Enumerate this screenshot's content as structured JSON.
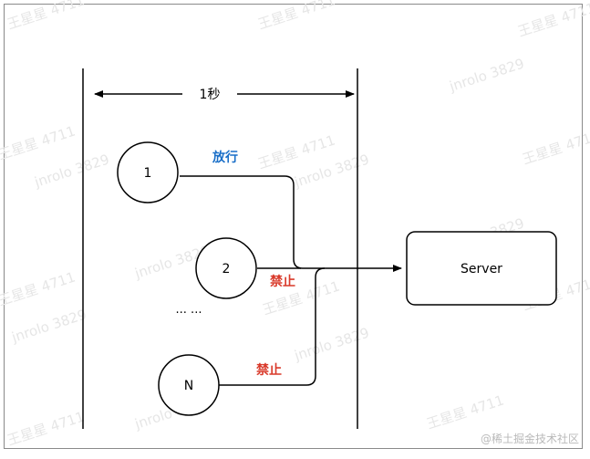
{
  "diagram": {
    "time_window_label": "1秒",
    "nodes": [
      {
        "id": "1",
        "label": "1"
      },
      {
        "id": "2",
        "label": "2"
      },
      {
        "id": "n",
        "label": "N"
      }
    ],
    "ellipsis": "... ...",
    "server_label": "Server",
    "edge_labels": {
      "allow": "放行",
      "deny_2": "禁止",
      "deny_n": "禁止"
    },
    "colors": {
      "allow": "#1a6fc8",
      "deny": "#d93a2b",
      "stroke": "#000000"
    }
  },
  "watermarks": {
    "names": [
      "王星星 4711",
      "jnrolo 3829"
    ],
    "footer": "@稀土掘金技术社区"
  }
}
